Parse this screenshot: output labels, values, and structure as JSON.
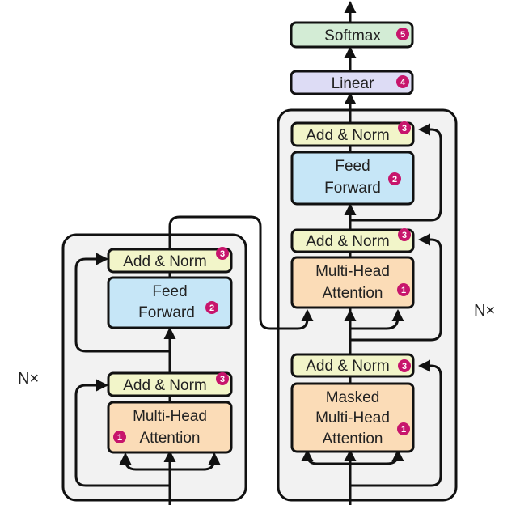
{
  "colors": {
    "stack_bg": "#f2f2f2",
    "add_norm": "#f2f5c9",
    "feed_forward": "#c6e6f7",
    "attention": "#fbdcb7",
    "linear": "#dddcf5",
    "softmax": "#d3ecd5",
    "badge": "#c7156c",
    "stroke": "#111111"
  },
  "encoder": {
    "repeat_label": "N×",
    "add_norm_top": "Add & Norm",
    "add_norm_top_badge": "3",
    "feed_forward_line1": "Feed",
    "feed_forward_line2": "Forward",
    "feed_forward_badge": "2",
    "add_norm_bottom": "Add & Norm",
    "add_norm_bottom_badge": "3",
    "attention_line1": "Multi-Head",
    "attention_line2": "Attention",
    "attention_badge": "1"
  },
  "decoder": {
    "repeat_label": "N×",
    "add_norm_top": "Add & Norm",
    "add_norm_top_badge": "3",
    "feed_forward_line1": "Feed",
    "feed_forward_line2": "Forward",
    "feed_forward_badge": "2",
    "add_norm_mid": "Add & Norm",
    "add_norm_mid_badge": "3",
    "cross_attention_line1": "Multi-Head",
    "cross_attention_line2": "Attention",
    "cross_attention_badge": "1",
    "add_norm_bottom": "Add & Norm",
    "add_norm_bottom_badge": "3",
    "masked_line1": "Masked",
    "masked_line2": "Multi-Head",
    "masked_line3": "Attention",
    "masked_badge": "1"
  },
  "output": {
    "linear": "Linear",
    "linear_badge": "4",
    "softmax": "Softmax",
    "softmax_badge": "5"
  }
}
